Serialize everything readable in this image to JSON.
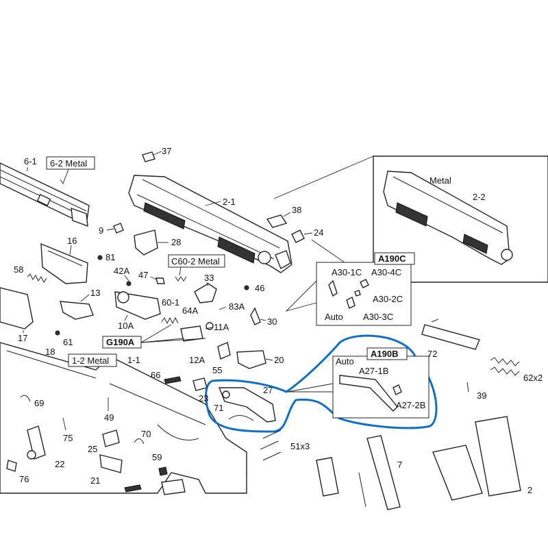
{
  "labels": {
    "l_37": "37",
    "l_6_1": "6-1",
    "l_6_2": "6-2 Metal",
    "l_2_1": "2-1",
    "l_metal": "Metal",
    "l_2_2": "2-2",
    "l_38": "38",
    "l_9": "9",
    "l_24": "24",
    "l_16": "16",
    "l_28": "28",
    "l_81": "81",
    "l_58": "58",
    "l_42a": "42A",
    "l_c60_2": "C60-2 Metal",
    "l_a190c": "A190C",
    "l_a30_1c": "A30-1C",
    "l_a30_4c": "A30-4C",
    "l_47": "47",
    "l_33": "33",
    "l_46": "46",
    "l_a30_2c": "A30-2C",
    "l_13": "13",
    "l_60_1": "60-1",
    "l_83a": "83A",
    "l_auto1": "Auto",
    "l_a30_3c": "A30-3C",
    "l_10a": "10A",
    "l_64a": "64A",
    "l_30": "30",
    "l_11a": "11A",
    "l_17": "17",
    "l_61": "61",
    "l_g190a": "G190A",
    "l_72": "72",
    "l_18": "18",
    "l_1_2": "1-2 Metal",
    "l_1_1": "1-1",
    "l_12a": "12A",
    "l_20": "20",
    "l_auto2": "Auto",
    "l_a190b": "A190B",
    "l_a27_1b": "A27-1B",
    "l_55": "55",
    "l_66": "66",
    "l_27": "27",
    "l_62": "62x2",
    "l_69": "69",
    "l_23": "23",
    "l_39": "39",
    "l_71": "71",
    "l_a27_2b": "A27-2B",
    "l_49": "49",
    "l_75": "75",
    "l_70": "70",
    "l_25": "25",
    "l_51": "51x3",
    "l_7": "7",
    "l_22": "22",
    "l_59": "59",
    "l_21": "21",
    "l_76": "76",
    "l_2": "2"
  },
  "colors": {
    "highlight": "#0f6fc6",
    "line": "#222222",
    "background": "#ffffff"
  }
}
